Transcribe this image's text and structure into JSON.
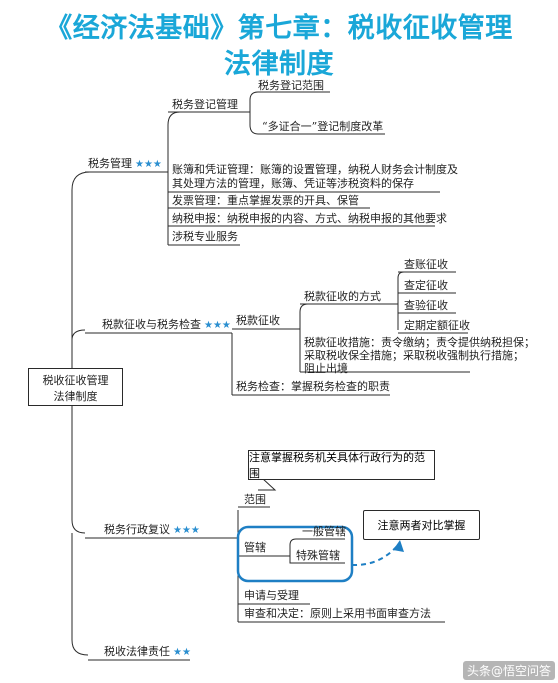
{
  "title": {
    "line1": "《经济法基础》第七章：税收征收管理",
    "line2": "法律制度"
  },
  "root": {
    "line1": "税收征收管理",
    "line2": "法律制度"
  },
  "branches": {
    "b1": {
      "label": "税务管理",
      "stars": "★★★"
    },
    "b2": {
      "label": "税款征收与税务检查",
      "stars": "★★★"
    },
    "b3": {
      "label": "税务行政复议",
      "stars": "★★★"
    },
    "b4": {
      "label": "税收法律责任",
      "stars": "★★"
    }
  },
  "tax_admin": {
    "registration": "税务登记管理",
    "reg_scope": "税务登记范围",
    "reg_reform": "“多证合一”登记制度改革",
    "books_l1": "账簿和凭证管理：账簿的设置管理，纳税人财务会计制度及",
    "books_l2": "其处理方法的管理，账簿、凭证等涉税资料的保存",
    "invoice": "发票管理：重点掌握发票的开具、保管",
    "filing": "纳税申报：纳税申报的内容、方式、纳税申报的其他要求",
    "agency": "涉税专业服务"
  },
  "collection": {
    "tax_collection": "税款征收",
    "methods": "税款征收的方式",
    "m1": "查账征收",
    "m2": "查定征收",
    "m3": "查验征收",
    "m4": "定期定额征收",
    "measures_l1": "税款征收措施：责令缴纳；责令提供纳税担保；",
    "measures_l2": "采取税收保全措施；采取税收强制执行措施；",
    "measures_l3": "阻止出境",
    "inspection": "税务检查：掌握税务检查的职责"
  },
  "review": {
    "callout_top": "注意掌握税务机关具体行政行为的范围",
    "scope": "范围",
    "jurisdiction": "管辖",
    "general": "一般管辖",
    "special": "特殊管辖",
    "callout_right": "注意两者对比掌握",
    "apply": "申请与受理",
    "decision": "审查和决定：原则上采用书面审查方法"
  },
  "watermark": "头条@悟空问答",
  "colors": {
    "title": "#1aa7d8",
    "stars": "#2b8fd0",
    "highlight": "#1e7fc4",
    "line": "#2a2a2a"
  }
}
